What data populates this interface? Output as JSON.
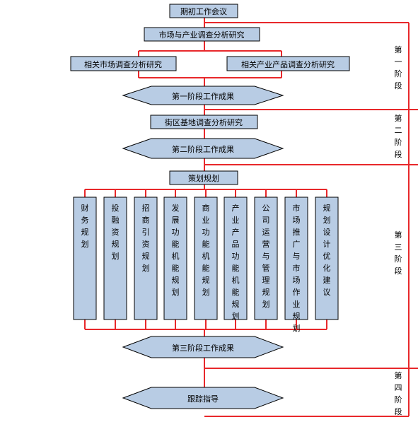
{
  "top_boxes": {
    "kickoff": "期初工作会议",
    "market": "市场与产业调查分析研究",
    "related_market": "相关市场调查分析研究",
    "related_product": "相关产业产品调查分析研究",
    "street": "街区基地调查分析研究",
    "plan": "策划规划"
  },
  "results": {
    "stage1": "第一阶段工作成果",
    "stage2": "第二阶段工作成果",
    "stage3": "第三阶段工作成果",
    "follow": "跟踪指导"
  },
  "columns": [
    "财务规划",
    "投融资规划",
    "招商引资规划",
    "发展功能机能规划",
    "商业功能机能规划",
    "产业产品功能机能规划",
    "公司运营与管理规划",
    "市场推广与市场作业规划",
    "规划设计优化建议"
  ],
  "stages": [
    "第一阶段",
    "第二阶段",
    "第三阶段",
    "第四阶段"
  ],
  "colors": {
    "box_fill": "#b8cce4",
    "box_stroke": "#000000",
    "line": "#e8282b"
  }
}
